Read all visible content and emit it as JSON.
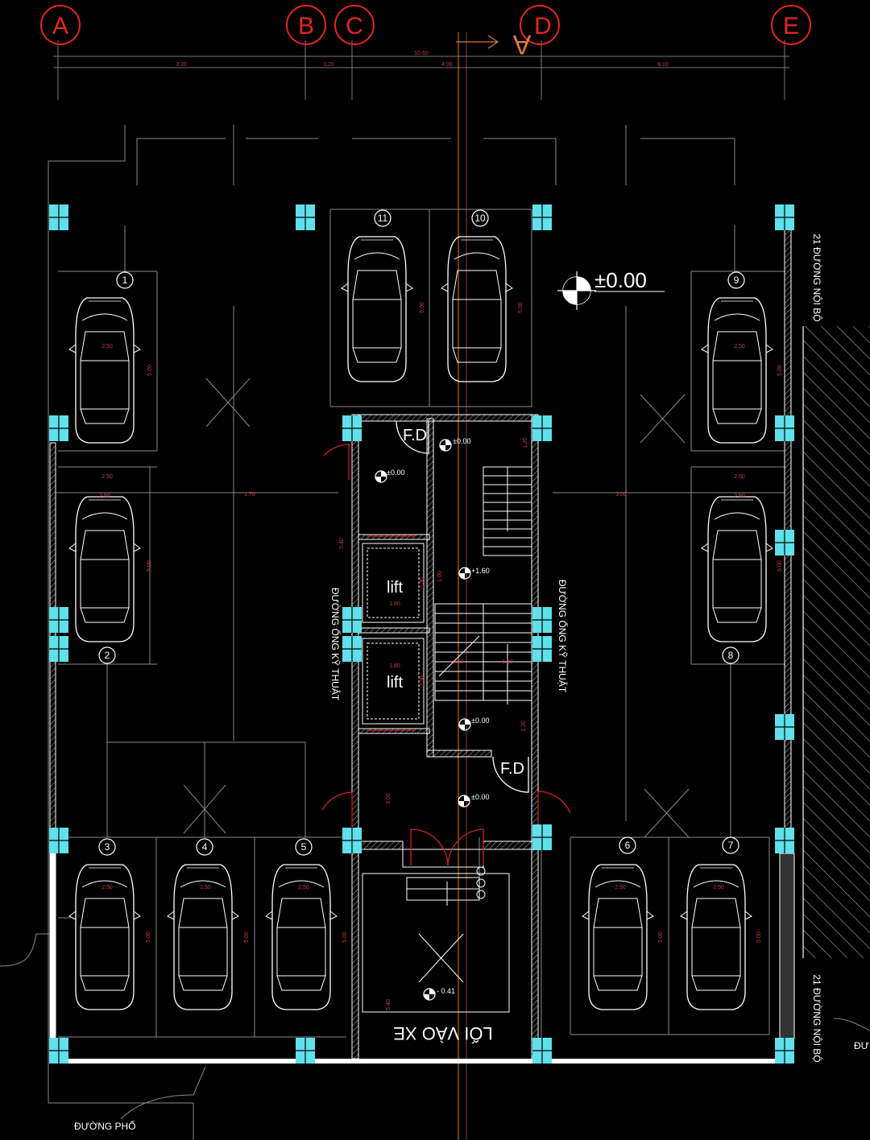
{
  "axes": [
    "A",
    "B",
    "C",
    "D",
    "E"
  ],
  "section_marker": "A",
  "dimensions": {
    "total": "10.60",
    "segments": [
      "3.20",
      "1.20",
      "4.00",
      "6.10"
    ],
    "width_250": "2.50",
    "depth_500": "5.00",
    "core_170": "1.70",
    "core_300": "3.00",
    "w_180": "1.80",
    "w_120": "1.20",
    "w_100": "1.00",
    "depth_540": "5.40",
    "w_230": "2.30"
  },
  "levels": {
    "main": "±0.00",
    "core_1": "±0.00",
    "core_2": "±0.00",
    "landing": "+1.60",
    "stair_bottom": "±0.00",
    "entrance": "±0.00",
    "ramp": "- 0.41"
  },
  "rooms": {
    "lift_1": "lift",
    "lift_2": "lift",
    "fire_door_1": "F.D",
    "fire_door_2": "F.D"
  },
  "parking_spots": [
    "1",
    "2",
    "3",
    "4",
    "5",
    "6",
    "7",
    "8",
    "9",
    "10",
    "11"
  ],
  "texts": {
    "vertical_left": "ĐƯỜNG ỐNG KỸ THUẬT",
    "vertical_right": "ĐƯỜNG ỐNG KỸ THUẬT",
    "right_top": "21 ĐƯỜNG NỘI BỘ",
    "right_bottom": "21 ĐƯỜNG NỘI BỘ",
    "bottom_left": "ĐƯỜNG PHỐ",
    "bottom_right": "ĐƯ",
    "entrance_label": "LỐI VÀO XE"
  },
  "colors": {
    "axis": "#e8241c",
    "column": "#5fe0ea",
    "wall": "#ffffff",
    "grid": "#888888",
    "door": "#d42020"
  }
}
